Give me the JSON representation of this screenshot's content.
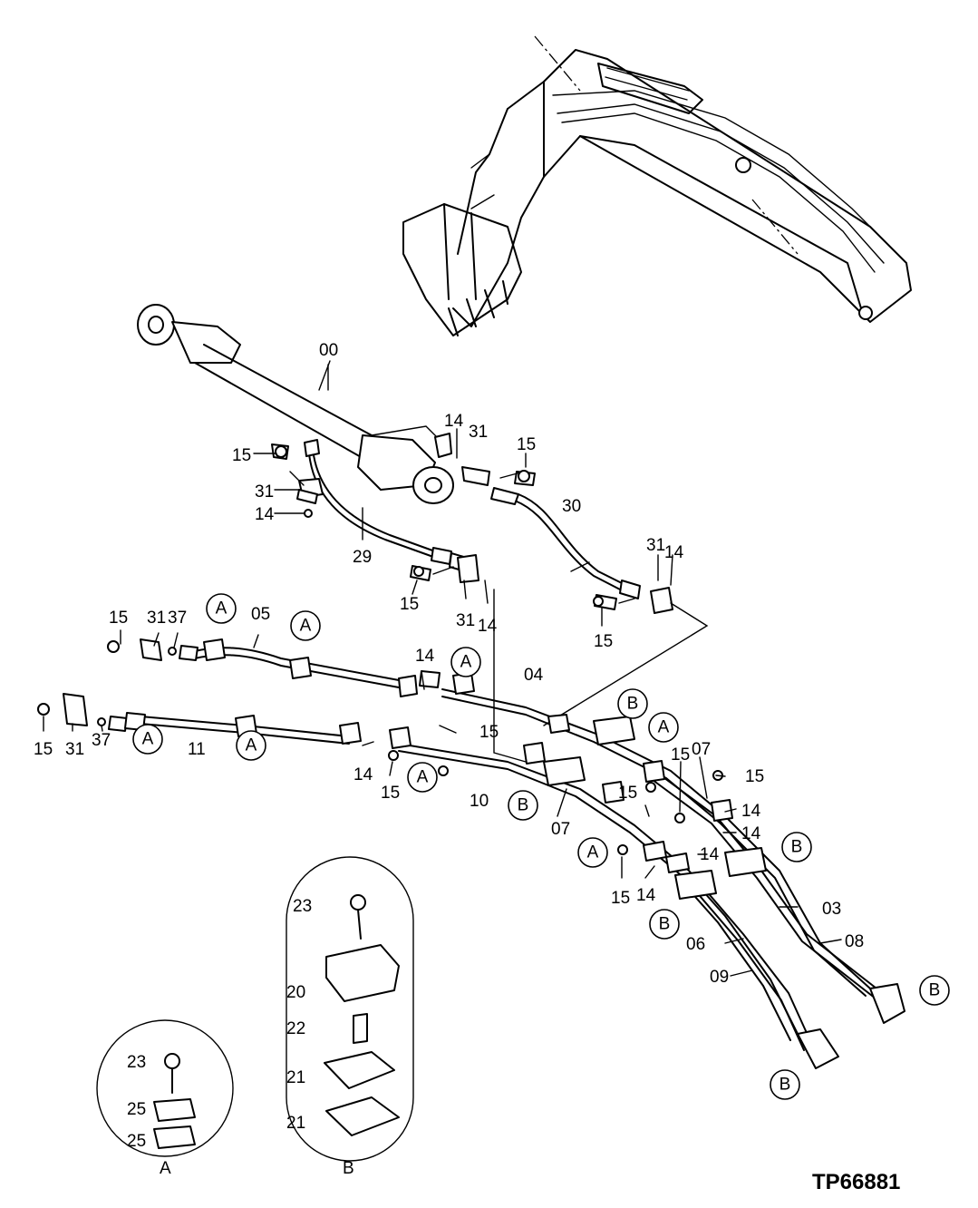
{
  "drawing_ref": "TP66881",
  "callouts": {
    "part_00": "00",
    "part_03": "03",
    "part_04": "04",
    "part_05": "05",
    "part_06": "06",
    "part_07": "07",
    "part_08": "08",
    "part_09": "09",
    "part_10": "10",
    "part_11": "11",
    "part_14": "14",
    "part_15": "15",
    "part_20": "20",
    "part_21": "21",
    "part_22": "22",
    "part_23": "23",
    "part_25": "25",
    "part_29": "29",
    "part_30": "30",
    "part_31": "31",
    "part_37": "37"
  },
  "detail_refs": {
    "a": "A",
    "b": "B"
  }
}
